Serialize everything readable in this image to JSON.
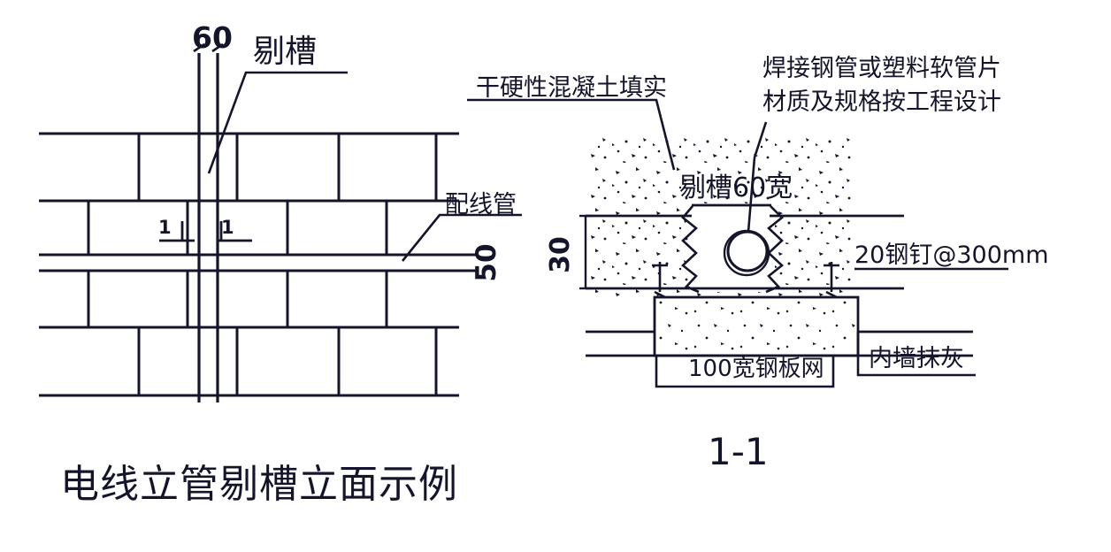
{
  "drawing": {
    "type": "construction-detail",
    "language": "zh-CN",
    "sheet_size": [
      1256,
      624
    ],
    "line_color": "#14142b",
    "background": "#ffffff"
  },
  "elevation_view": {
    "title": "电线立管剔槽立面示例",
    "groove_width_label": "60",
    "groove_callout": "剔槽",
    "section_mark_left": "1",
    "section_mark_right": "1",
    "conduit_callout": "配线管",
    "conduit_dimension": "50"
  },
  "section_view": {
    "title": "1-1",
    "concrete_fill_callout": "干硬性混凝土填实",
    "pipe_callout_line1": "焊接钢管或塑料软管片",
    "pipe_callout_line2": "材质及规格按工程设计",
    "groove_label": "剔槽60宽",
    "depth_dimension": "30",
    "nail_callout": "20钢钉@300mm",
    "mesh_callout": "100宽钢板网",
    "plaster_callout": "内墙抹灰"
  }
}
